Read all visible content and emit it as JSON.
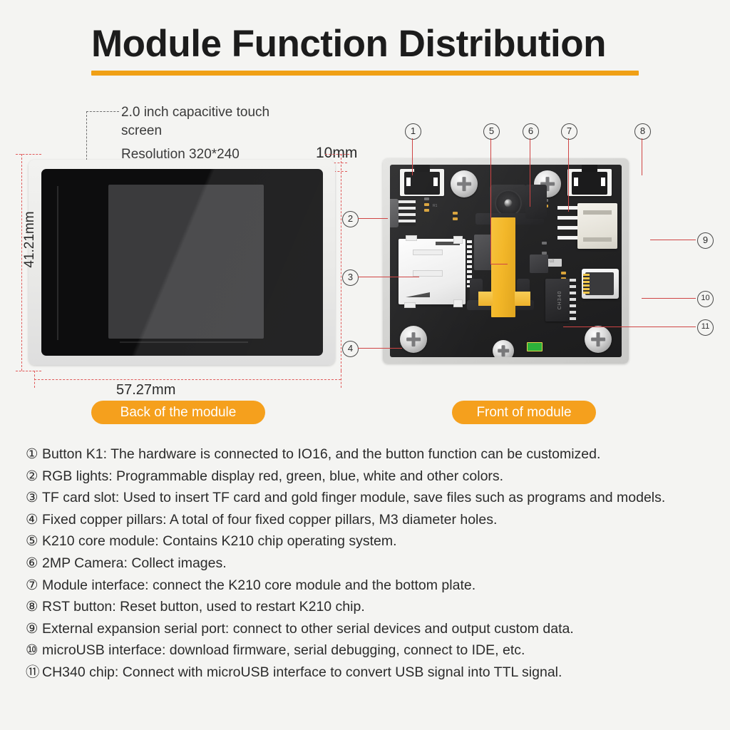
{
  "header": {
    "title": "Module Function Distribution",
    "accent_color": "#f0a016"
  },
  "back_module": {
    "annotations": {
      "touch_screen": "2.0 inch capacitive touch screen",
      "resolution": "Resolution 320*240",
      "thickness": "10mm",
      "height": "41.21mm",
      "width": "57.27mm"
    },
    "caption": "Back of the module"
  },
  "front_module": {
    "caption": "Front of module",
    "chip_silkscreen": "CH340",
    "callout_numbers": [
      "1",
      "2",
      "3",
      "4",
      "5",
      "6",
      "7",
      "8",
      "9",
      "10",
      "11"
    ]
  },
  "legend": {
    "items": [
      {
        "num": "①",
        "text": "Button K1: The hardware is connected to IO16, and the button function can be customized."
      },
      {
        "num": "②",
        "text": "RGB lights: Programmable display red, green, blue, white and other colors."
      },
      {
        "num": "③",
        "text": "TF card slot: Used to insert TF card and gold finger module, save files such as programs and models."
      },
      {
        "num": "④",
        "text": "Fixed copper pillars: A total of four fixed copper pillars, M3 diameter holes."
      },
      {
        "num": "⑤",
        "text": "K210 core module: Contains K210 chip operating system."
      },
      {
        "num": "⑥",
        "text": "2MP Camera: Collect images."
      },
      {
        "num": "⑦",
        "text": "Module interface: connect the K210 core module and the bottom plate."
      },
      {
        "num": "⑧",
        "text": "RST button: Reset button, used to restart K210 chip."
      },
      {
        "num": "⑨",
        "text": "External expansion serial port: connect to other serial devices and output custom data."
      },
      {
        "num": "⑩",
        "text": "microUSB interface: download firmware, serial debugging, connect to IDE, etc."
      },
      {
        "num": "⑪",
        "text": "CH340 chip: Connect with microUSB interface to convert USB signal into TTL signal."
      }
    ]
  }
}
